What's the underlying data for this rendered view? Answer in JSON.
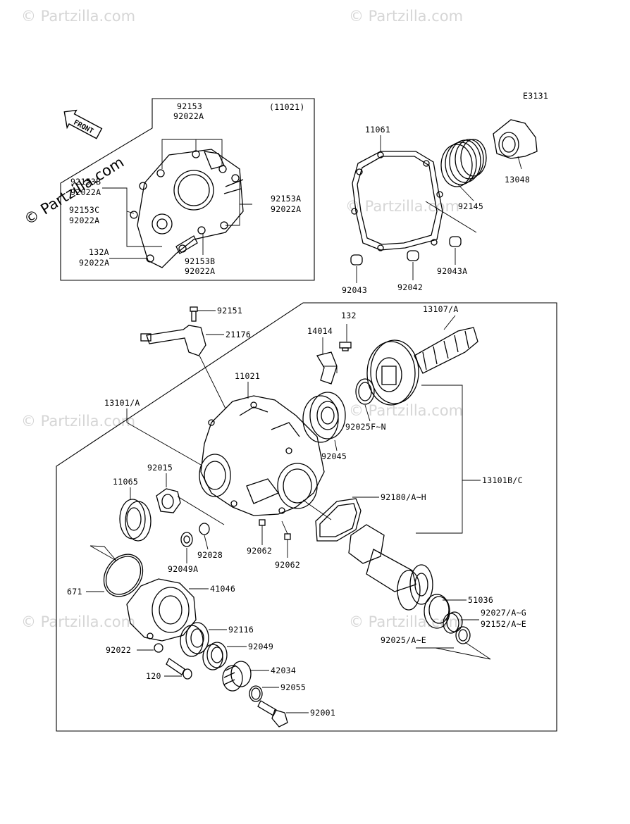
{
  "diagram_code": "E3131",
  "front_arrow_text": "FRONT",
  "watermark_text": "© Partzilla.com",
  "inset_ref": "(11021)",
  "labels": {
    "p92153": "92153",
    "p92022A_top": "92022A",
    "p92153B_left": "92153B",
    "p92022A_left1": "92022A",
    "p92153C": "92153C",
    "p92022A_left2": "92022A",
    "p132A": "132A",
    "p92022A_left3": "92022A",
    "p92153A": "92153A",
    "p92022A_right": "92022A",
    "p92153B_bottom": "92153B",
    "p92022A_bottom": "92022A",
    "p11061": "11061",
    "p92145": "92145",
    "p13048": "13048",
    "p92043": "92043",
    "p92042": "92042",
    "p92043A": "92043A",
    "p92151": "92151",
    "p21176": "21176",
    "p132": "132",
    "p14014": "14014",
    "p13107A": "13107/A",
    "p11021": "11021",
    "p13101A": "13101/A",
    "p92025FN": "92025F~N",
    "p92045": "92045",
    "p13101BC": "13101B/C",
    "p92015": "92015",
    "p11065": "11065",
    "p92180AH": "92180/A~H",
    "p92028": "92028",
    "p92049A": "92049A",
    "p92062a": "92062",
    "p92062b": "92062",
    "p671": "671",
    "p41046": "41046",
    "p51036": "51036",
    "p92027AG": "92027/A~G",
    "p92152AE": "92152/A~E",
    "p92116": "92116",
    "p92022": "92022",
    "p92049": "92049",
    "p92025AE": "92025/A~E",
    "p42034": "42034",
    "p120": "120",
    "p92055": "92055",
    "p92001": "92001"
  }
}
